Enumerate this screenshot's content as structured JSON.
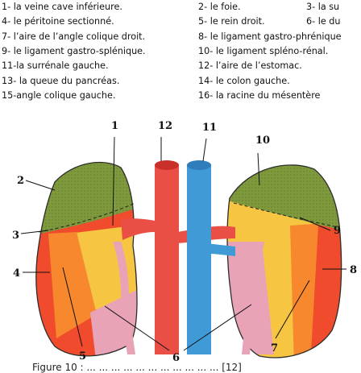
{
  "legend": {
    "items": [
      "1- la veine cave inférieure.",
      "2- le foie.",
      "3- la su",
      "4- le péritoine sectionné.",
      "5- le rein droit.",
      "6- le du",
      "7- l’aire de l’angle colique droit.",
      "8- le ligament gastro-phrénique",
      "9- le ligament gastro-splénique.",
      "10- le ligament spléno-rénal.",
      "11-la surrénale gauche.",
      "12- l’aire de l’estomac.",
      "13- la queue du pancréas.",
      "14- le colon gauche.",
      "15-angle colique gauche.",
      "16- la racine du mésentère"
    ]
  },
  "figure": {
    "callouts": [
      "1",
      "12",
      "11",
      "10",
      "2",
      "3",
      "9",
      "4",
      "8",
      "5",
      "6",
      "7"
    ],
    "caption": "Figure 10 : ... ... ... ... ... ... ... ... ... ... ... [12]"
  },
  "colors": {
    "liver_green": "#7f9a3c",
    "red_zone": "#ef4b2c",
    "orange_zone": "#f7882e",
    "yellow_zone": "#f6c542",
    "pink_zone": "#e9a3b6",
    "aorta": "#ea4f45",
    "vena_cava": "#3f9ad6"
  }
}
